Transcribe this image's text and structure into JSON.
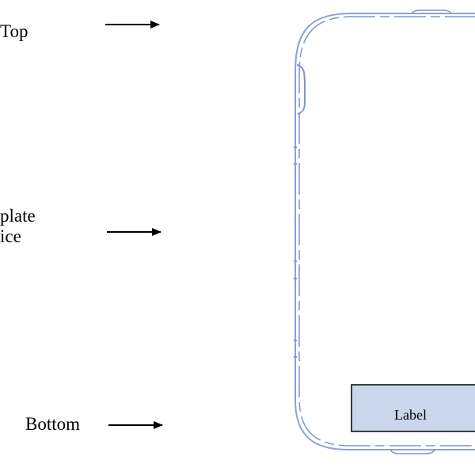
{
  "labels": {
    "top": "Top",
    "middle_line1": "plate",
    "middle_line2": "ice",
    "bottom": "Bottom"
  },
  "label_box": {
    "text": "Label"
  },
  "colors": {
    "outline": "#7c93d6",
    "label_fill": "#c9d6ec",
    "label_stroke": "#000000",
    "arrow": "#000000"
  }
}
